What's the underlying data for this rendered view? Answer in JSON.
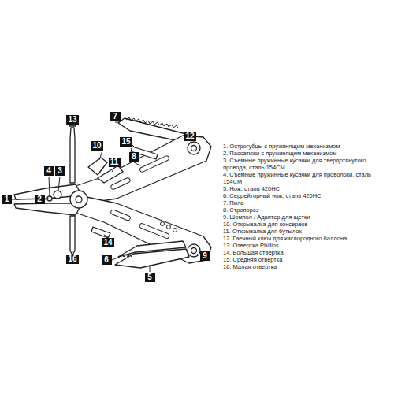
{
  "diagram": {
    "nodes": [
      {
        "text": [
          "1"
        ]
      },
      {
        "text": [
          "2"
        ]
      },
      {
        "text": [
          "3"
        ]
      },
      {
        "text": [
          "4"
        ]
      },
      {
        "text": [
          "5"
        ]
      },
      {
        "text": [
          "6"
        ]
      },
      {
        "text": [
          "7"
        ]
      },
      {
        "text": [
          "8"
        ]
      },
      {
        "text": [
          "9"
        ]
      },
      {
        "text": [
          "10"
        ]
      },
      {
        "text": [
          "11"
        ]
      },
      {
        "text": [
          "12"
        ]
      },
      {
        "text": [
          "13"
        ]
      },
      {
        "text": [
          "14"
        ]
      },
      {
        "text": [
          "15"
        ]
      },
      {
        "text": [
          "16"
        ]
      }
    ],
    "labels": [
      "1. Острогубцы с пружинящим механизмом",
      "2. Пассатижи с пружинящим механизмом",
      "3. Съемные пружинные кусачки для твердотянутого провода, сталь 154CM",
      "4. Съемные пружинные кусачки для проволоки, сталь 154CM",
      "5. Нож, сталь 420HC",
      "6. Серрейторный нож, сталь 420HC",
      "7. Пила",
      "8. Стропорез",
      "9. Шомпол / Адаптер для щетки",
      "10. Открывалка для консервов",
      "11. Открывалка для бутылок",
      "12. Гаечный ключ для кислородного баллона",
      "13. Отвертка Phillips",
      "14. Большая отвертка",
      "15. Средняя отвертка",
      "16. Малая отвертка"
    ]
  }
}
